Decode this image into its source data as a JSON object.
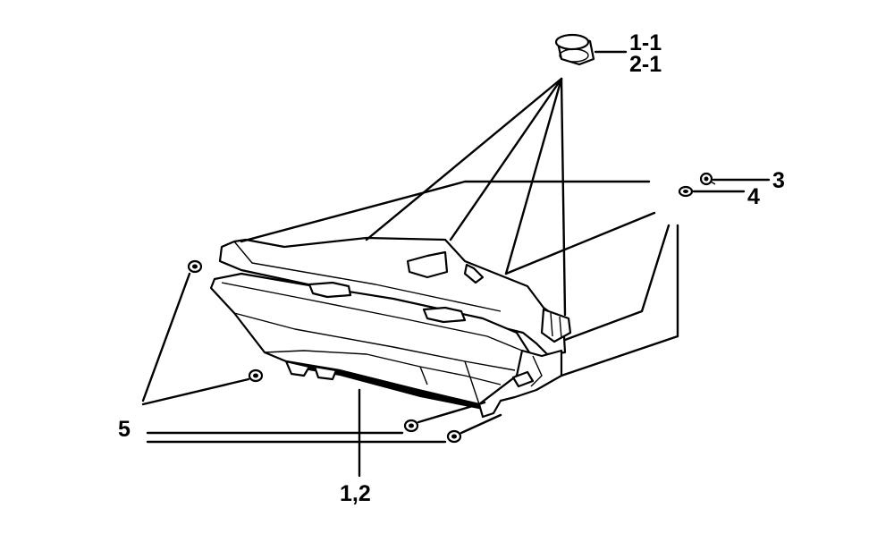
{
  "labels": {
    "cap_a": "1-1",
    "cap_b": "2-1",
    "screw": "3",
    "washer": "4",
    "grommet": "5",
    "assembly": "1,2"
  },
  "icons": {
    "headlight": "headlight-assembly-icon",
    "cap": "bulb-cap-icon",
    "screw": "screw-icon",
    "washer": "washer-icon",
    "grommet": "grommet-icon"
  },
  "colors": {
    "line": "#000000",
    "background": "#ffffff"
  }
}
